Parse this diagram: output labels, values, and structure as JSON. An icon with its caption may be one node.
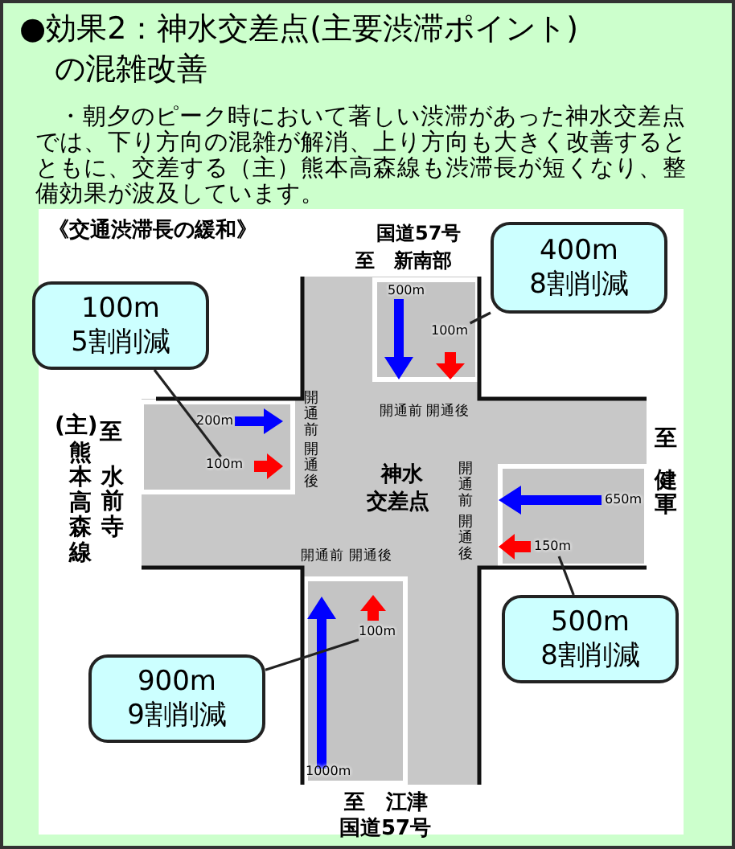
{
  "diagram": {
    "title": "●効果2：神水交差点(主要渋滞ポイント)の混雑改善",
    "nodes": [
      {
        "text": [
          "100m",
          "5割削減"
        ]
      },
      {
        "text": [
          "400m",
          "8割削減"
        ]
      },
      {
        "text": [
          "900m",
          "9割削減"
        ]
      },
      {
        "text": [
          "500m",
          "8割削減"
        ]
      },
      {
        "text": [
          "100m"
        ]
      },
      {
        "text": [
          "100m"
        ]
      },
      {
        "text": [
          "100m"
        ]
      },
      {
        "text": [
          "150m"
        ]
      }
    ],
    "edges": [
      {
        "from": 0,
        "to": 4,
        "arrow": "none"
      },
      {
        "from": 1,
        "to": 5,
        "arrow": "none"
      },
      {
        "from": 2,
        "to": 6,
        "arrow": "none"
      },
      {
        "from": 3,
        "to": 7,
        "arrow": "none"
      }
    ],
    "labels": [
      "・朝夕のピーク時において著しい渋滞があった神水交差点では、下り方向の混雑が解消、上り方向も大きく改善するとともに、交差する（主）熊本高森線も渋滞長が短くなり、整備効果が波及しています。",
      "《交通渋滞長の緩和》",
      "国道57号",
      "至　新南部",
      "200m",
      "500m",
      "(主)",
      "至",
      "熊本高森線",
      "水前寺",
      "開通前",
      "開通後",
      "開通前",
      "開通後",
      "至",
      "健軍",
      "神水",
      "交差点",
      "開通前",
      "開通後",
      "650m",
      "開通前",
      "開通後",
      "1000m",
      "至　江津",
      "国道57号"
    ]
  }
}
